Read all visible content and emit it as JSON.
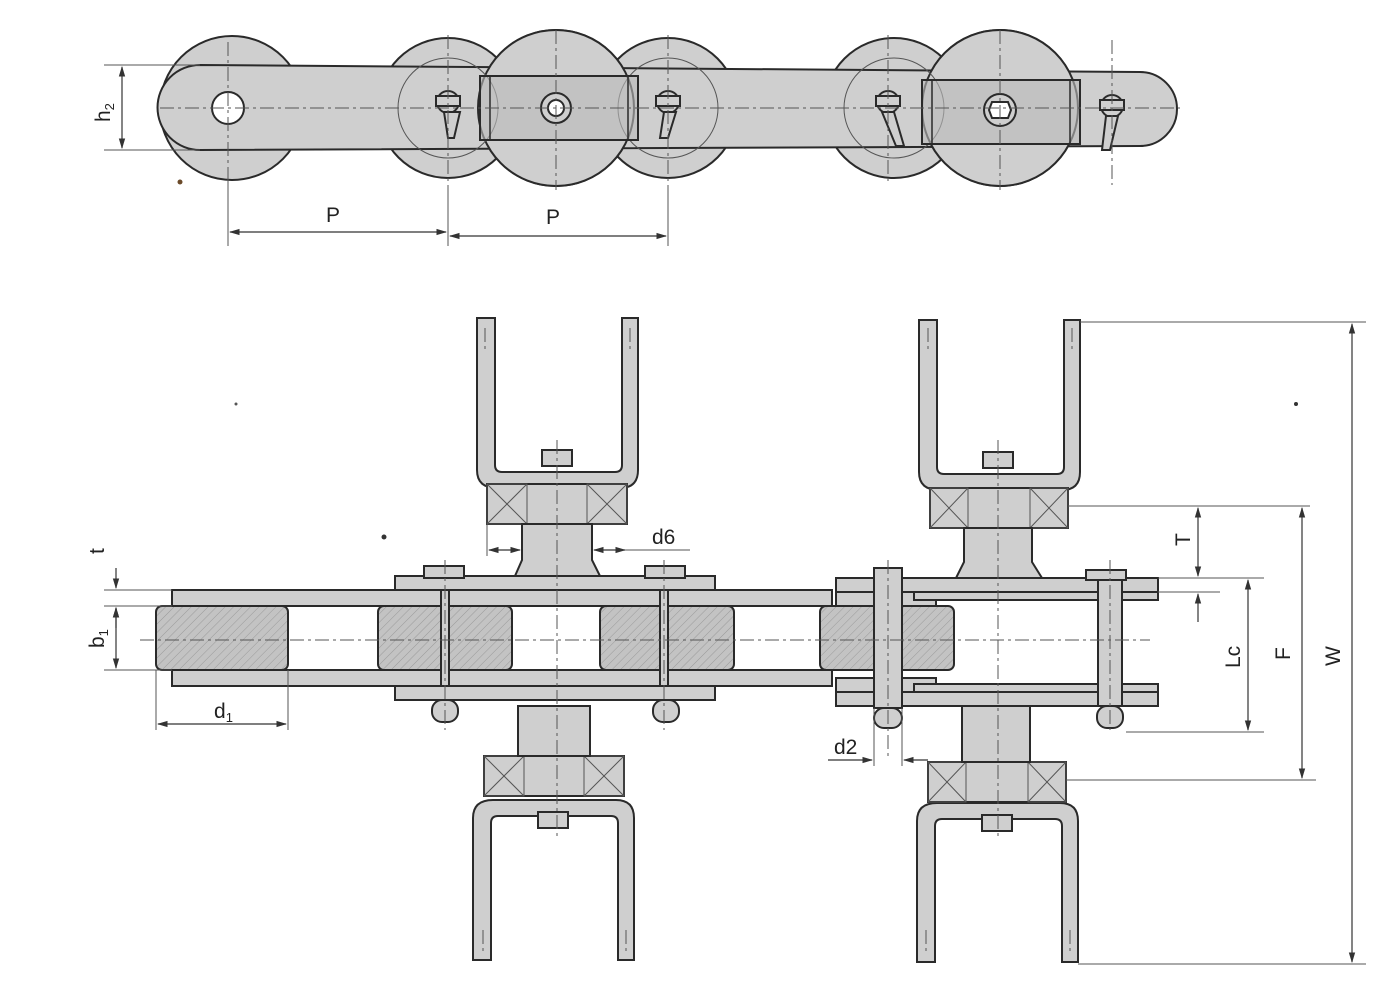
{
  "colors": {
    "paper": "#ffffff",
    "metal": "#cfcfcf",
    "metal_dark": "#b9b9b9",
    "ink": "#2a2a2a"
  },
  "labels": {
    "h2": {
      "main": "h",
      "sub": "2"
    },
    "pitch_1": "P",
    "pitch_2": "P",
    "t": "t",
    "b1": {
      "main": "b",
      "sub": "1"
    },
    "d1": {
      "main": "d",
      "sub": "1"
    },
    "d6": "d6",
    "d2": "d2",
    "T": "T",
    "Lc": "Lc",
    "F": "F",
    "W": "W"
  }
}
